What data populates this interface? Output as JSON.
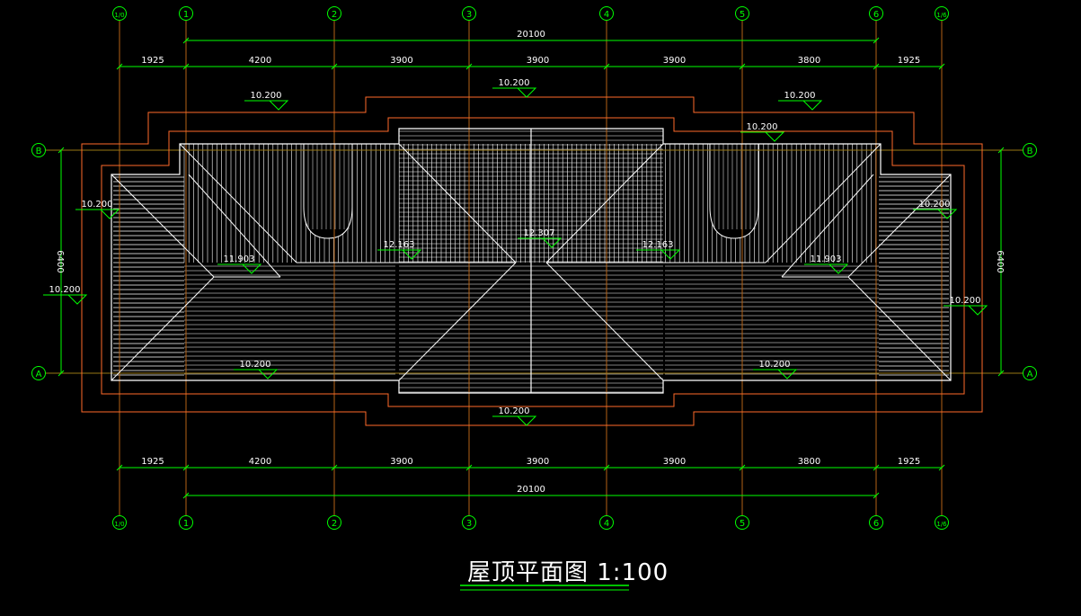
{
  "colors": {
    "background": "#000000",
    "axis": "#ff2020",
    "dimension": "#00ff00",
    "outline": "#ffffff",
    "eave": "#ff6a2a",
    "text": "#ffffff"
  },
  "axes_vertical": [
    "1/0",
    "1",
    "2",
    "3",
    "4",
    "5",
    "6",
    "1/6"
  ],
  "axes_horizontal": [
    "B",
    "A"
  ],
  "dimensions": {
    "top_total": "20100",
    "top_segments": [
      "1925",
      "4200",
      "3900",
      "3900",
      "3900",
      "3800",
      "1925"
    ],
    "bottom_total": "20100",
    "bottom_segments": [
      "1925",
      "4200",
      "3900",
      "3900",
      "3900",
      "3800",
      "1925"
    ],
    "left_depth": "6400",
    "right_depth": "6400"
  },
  "elevations": {
    "top_left": "10.200",
    "top_center": "10.200",
    "top_right": "10.200",
    "top_right_inner": "10.200",
    "left_upper": "10.200",
    "left_lower": "10.200",
    "right_upper": "10.200",
    "right_lower": "10.200",
    "bottom_left": "10.200",
    "bottom_right": "10.200",
    "bottom_center": "10.200",
    "ridge_left": "12.163",
    "ridge_right": "12.163",
    "peak": "12.307",
    "valley_left": "11.903",
    "valley_right": "11.903"
  },
  "title": "屋顶平面图 1:100"
}
